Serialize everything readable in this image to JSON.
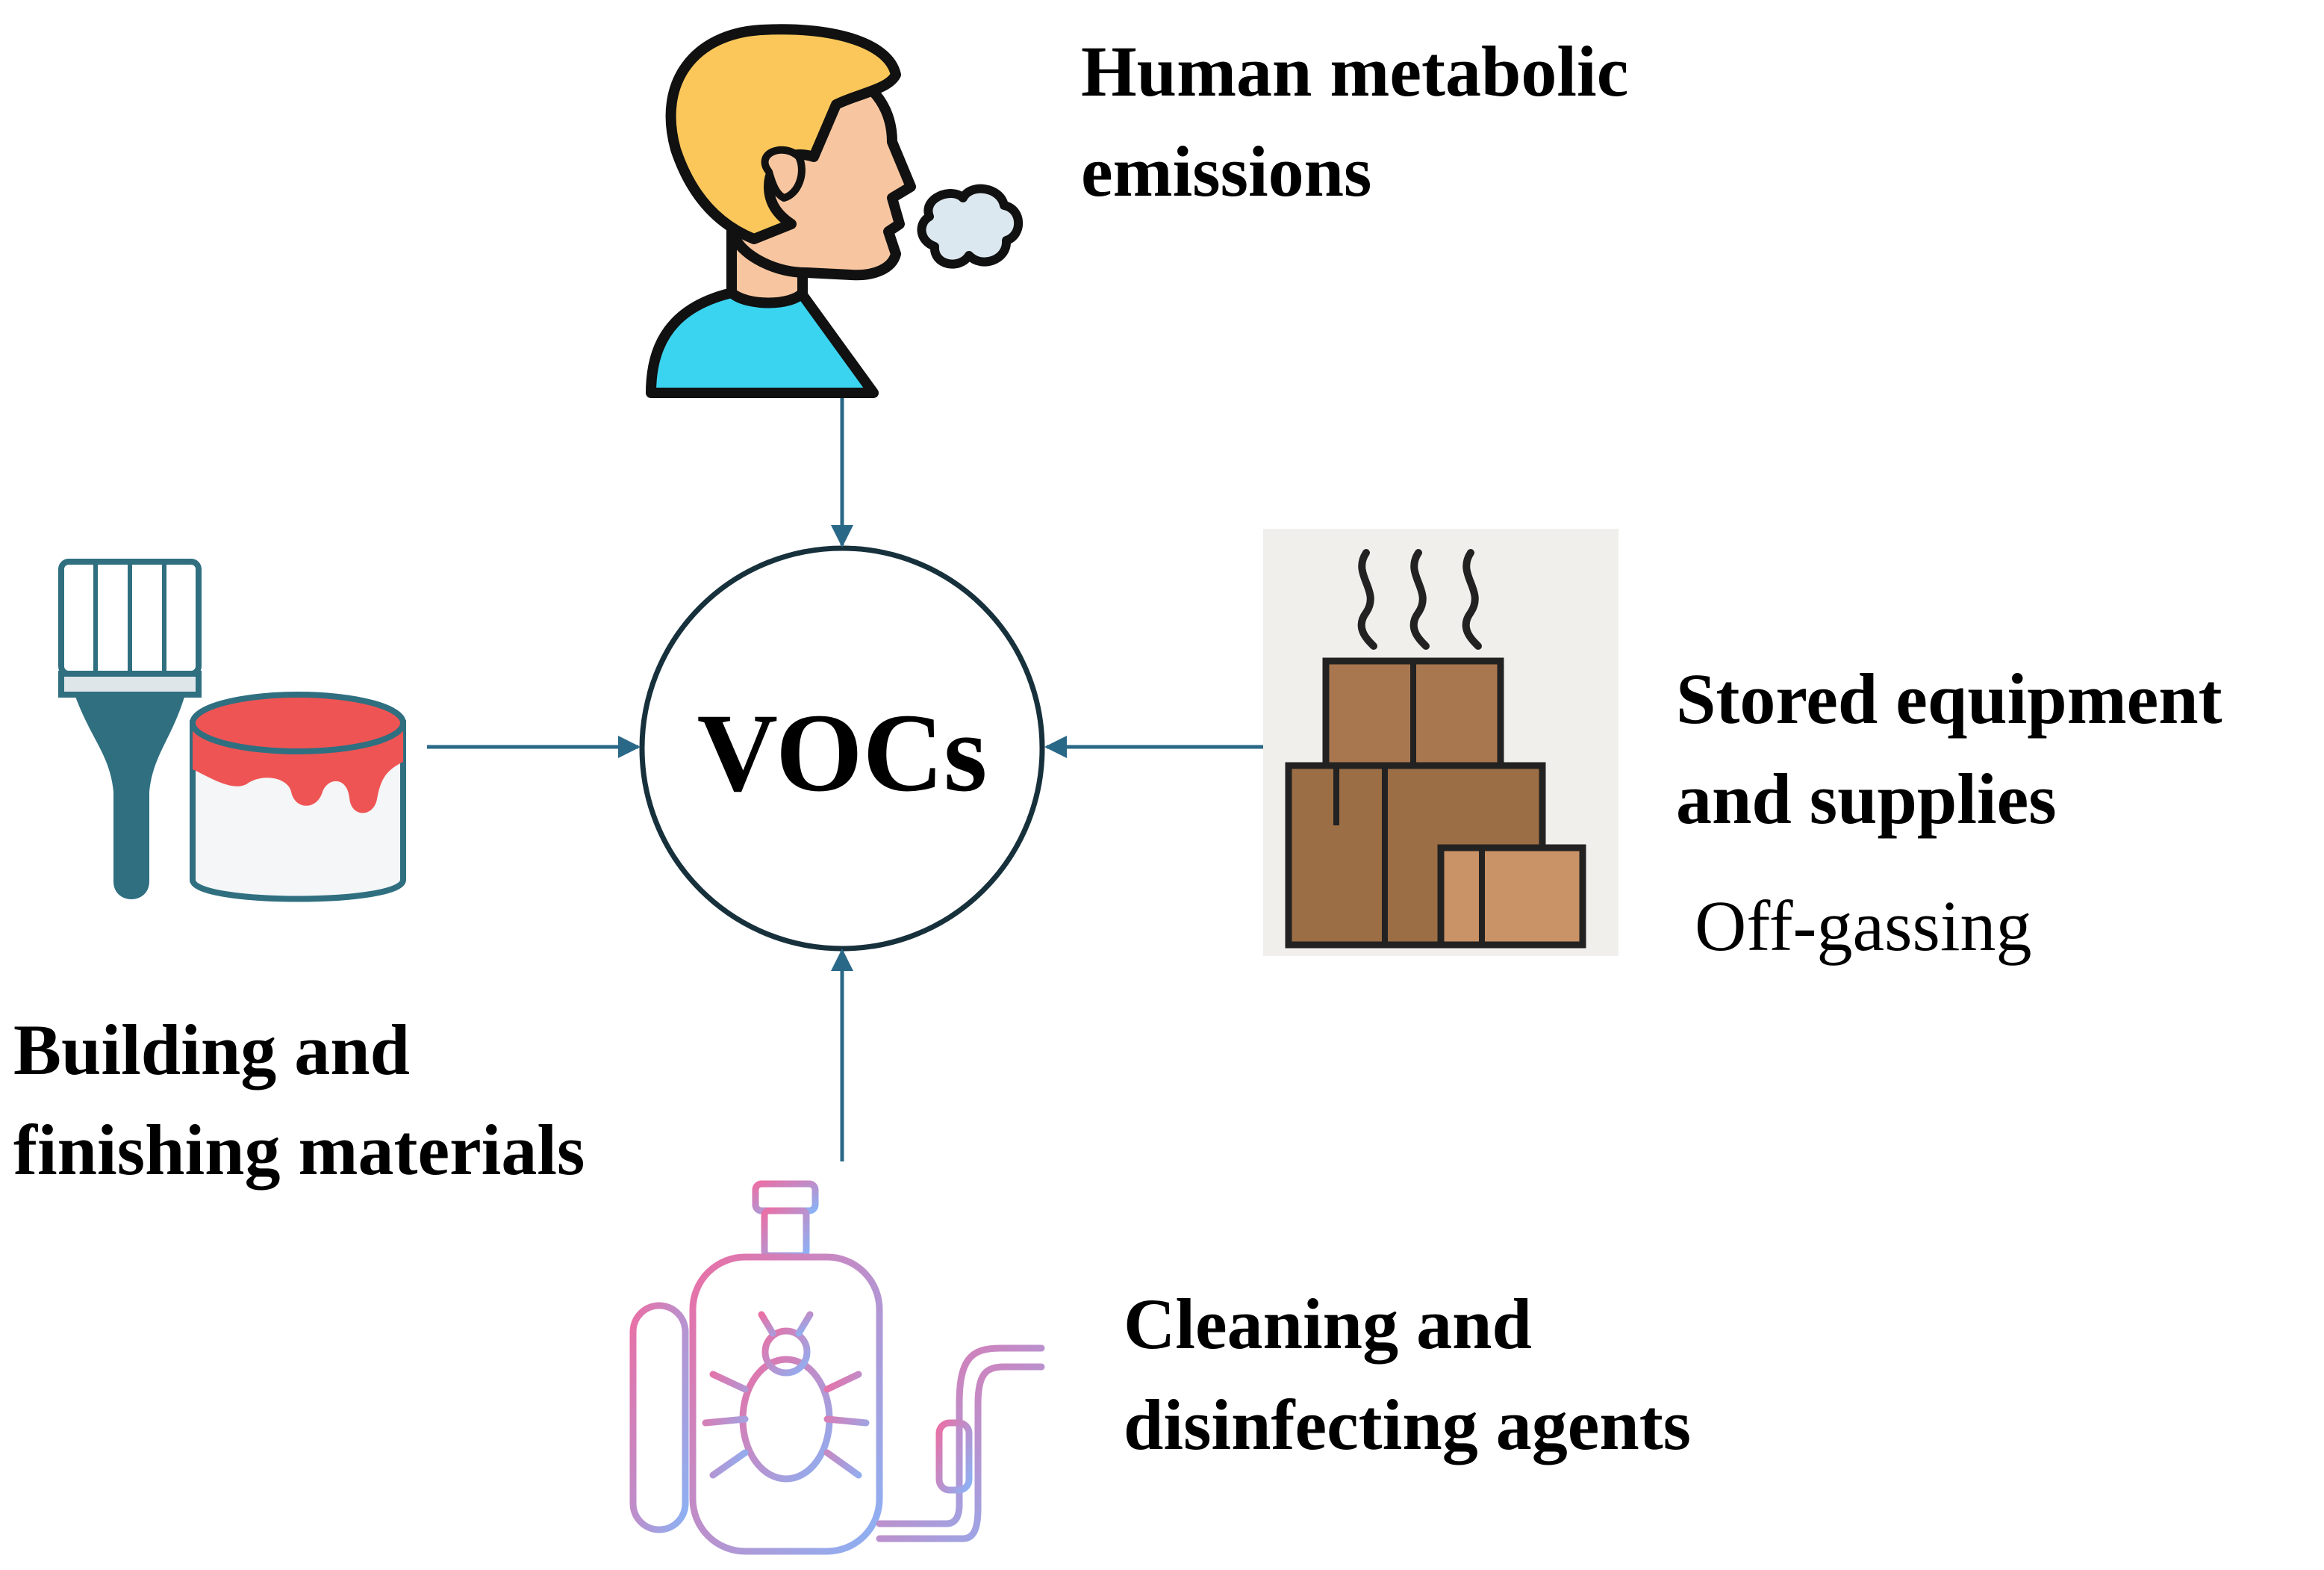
{
  "center": {
    "label": "VOCs"
  },
  "sources": {
    "human": {
      "line1": "Human metabolic",
      "line2": "emissions",
      "icon": "person-exhaling-icon"
    },
    "building": {
      "line1": "Building and",
      "line2": "finishing materials",
      "icon": "paintbrush-and-paint-can-icon"
    },
    "stored": {
      "line1": "Stored equipment",
      "line2": "and supplies",
      "note": "Off-gassing",
      "icon": "steaming-boxes-icon"
    },
    "cleaning": {
      "line1": "Cleaning and",
      "line2": "disinfecting agents",
      "icon": "pesticide-sprayer-icon"
    }
  },
  "colors": {
    "arrow": "#2a6888",
    "circle": "#17313c",
    "hair": "#fbc75a",
    "skin": "#f7c6a0",
    "shirt": "#3ad4f0",
    "brush_handle": "#2f6f80",
    "paint": "#ef5454",
    "box": "#a9774f",
    "sprayer_gradient_start": "#ea6fa5",
    "sprayer_gradient_end": "#8bb2f5"
  }
}
